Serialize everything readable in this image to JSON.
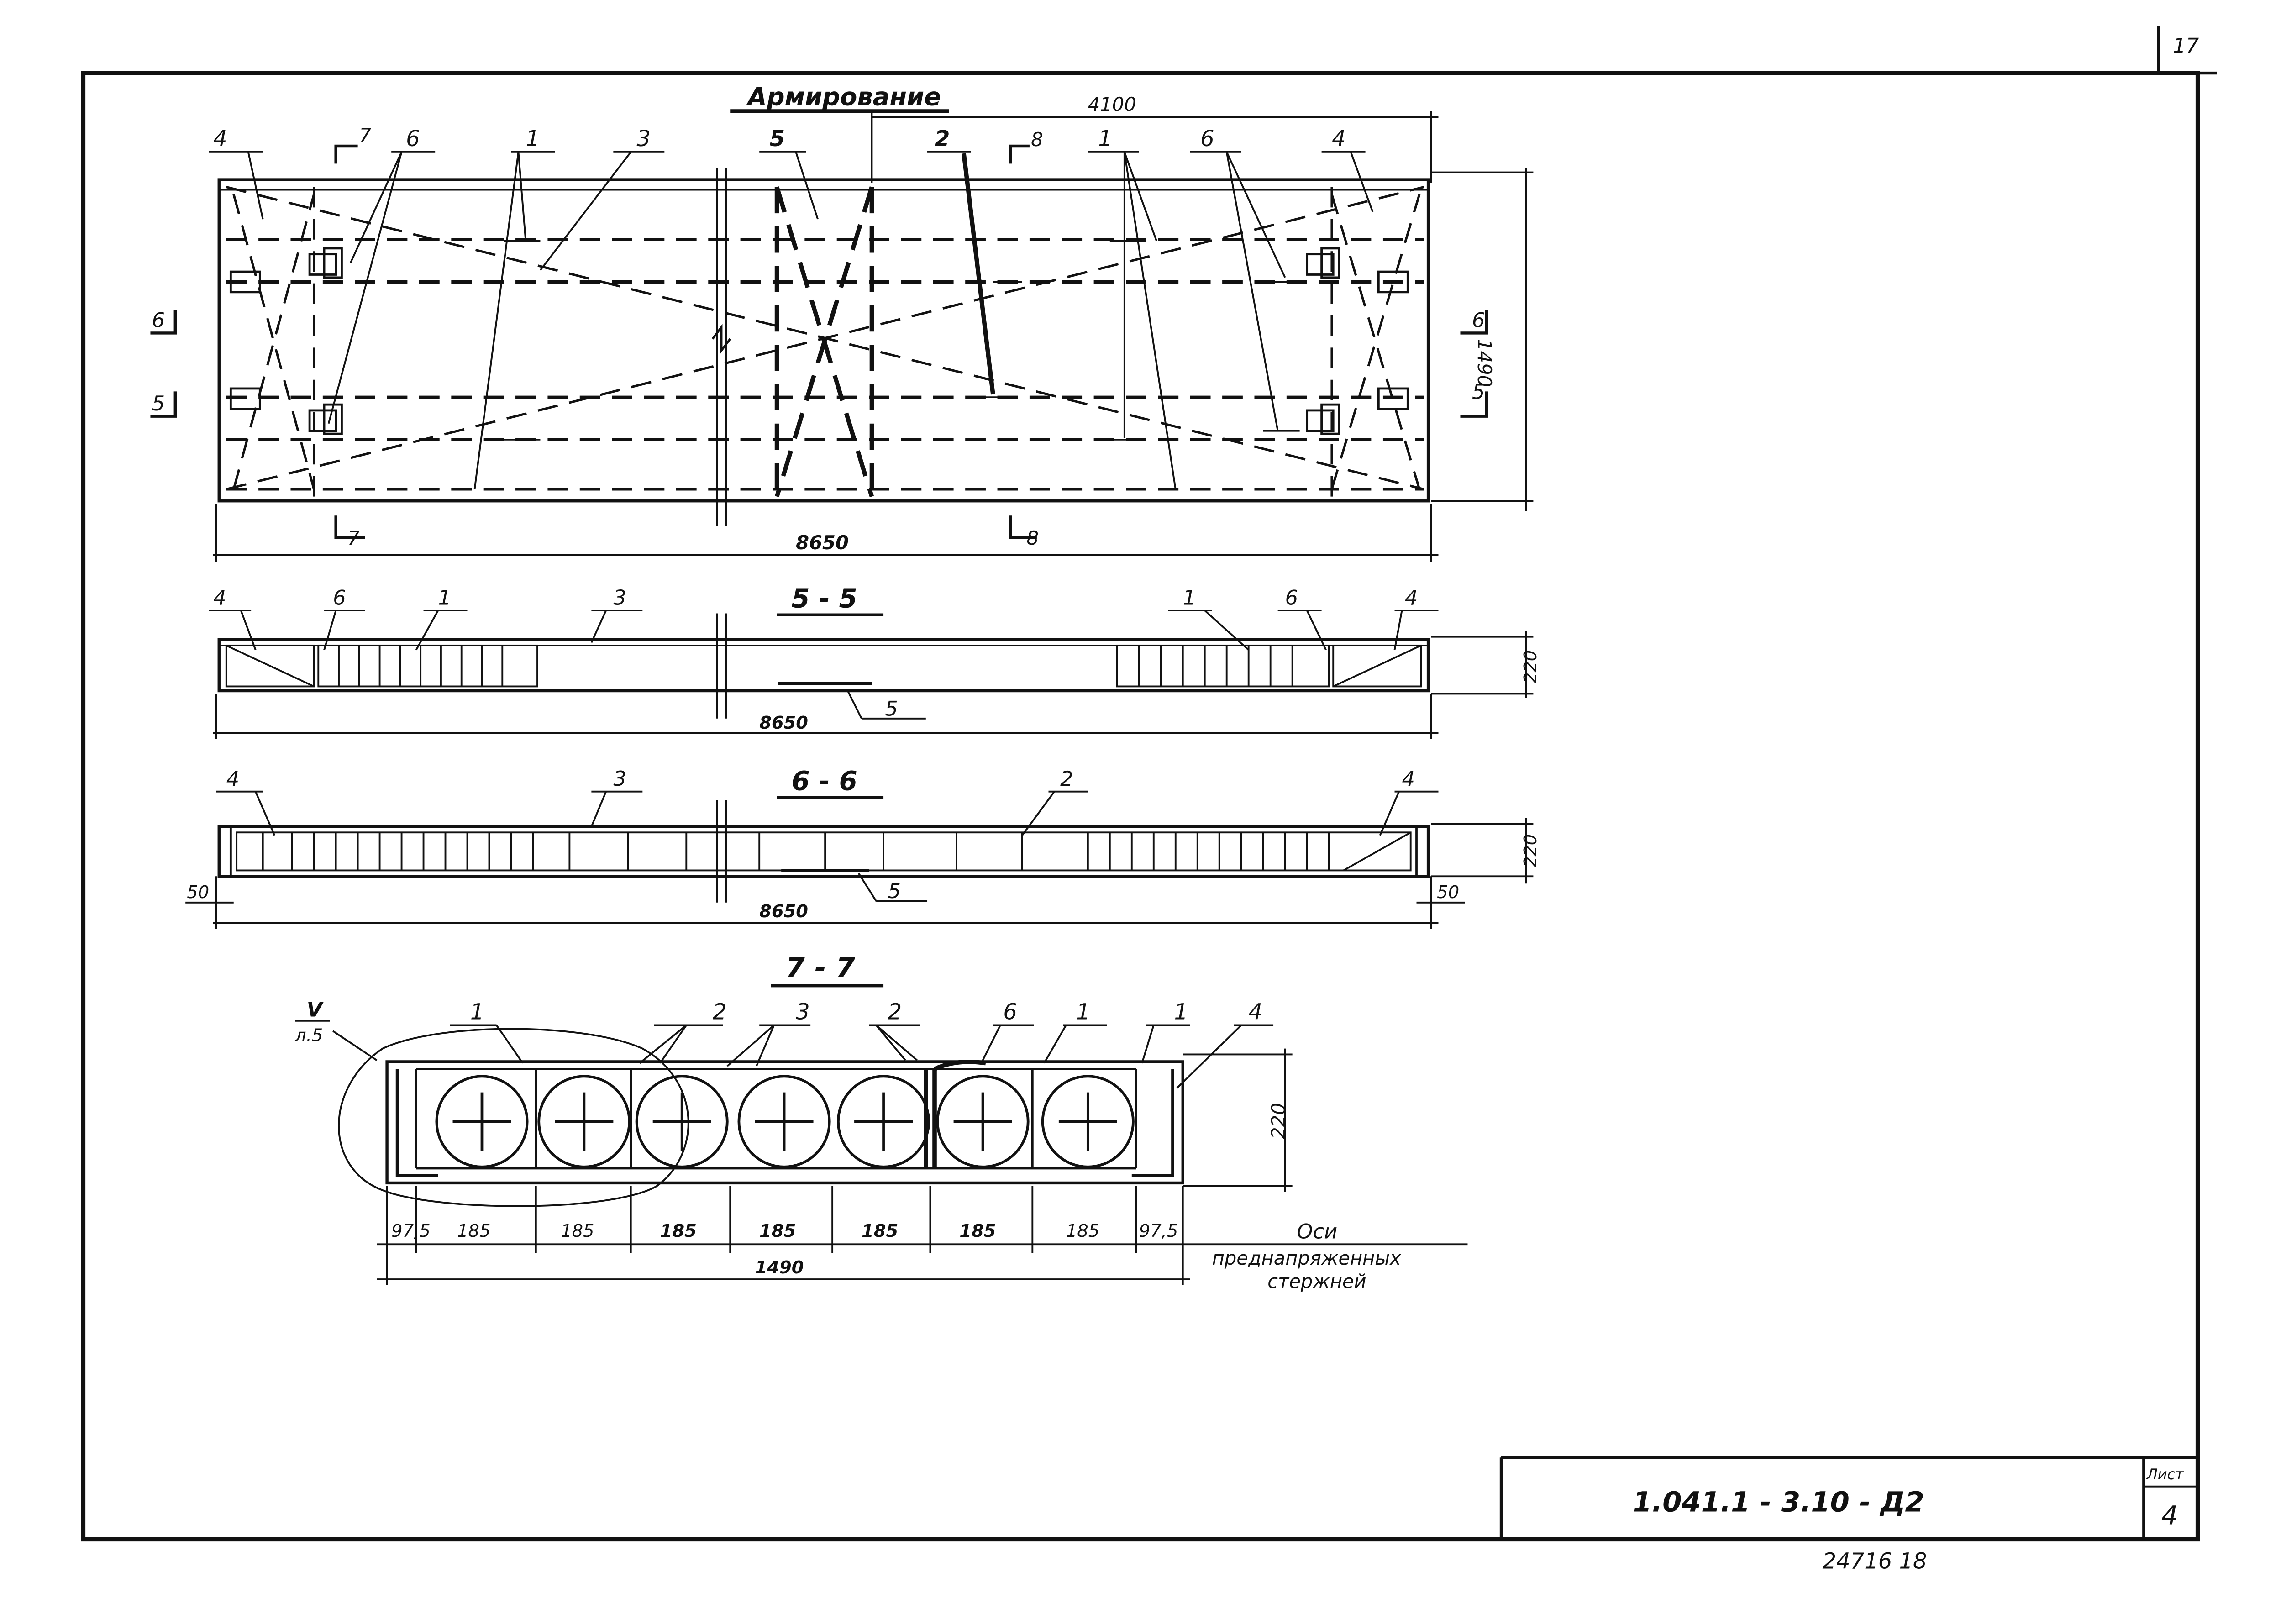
{
  "page_number": "17",
  "plan": {
    "title": "Армирование",
    "dim_half": "4100",
    "dim_total_length": "8650",
    "dim_width": "1490",
    "section_marks": {
      "s5": "5",
      "s6": "6",
      "s7": "7",
      "s8": "8"
    },
    "callouts": [
      "4",
      "7",
      "6",
      "1",
      "3",
      "5",
      "2",
      "8",
      "1",
      "6",
      "4"
    ]
  },
  "section_5_5": {
    "title": "5 - 5",
    "dim_length": "8650",
    "dim_height": "220",
    "callouts": [
      "4",
      "6",
      "1",
      "3",
      "5",
      "1",
      "6",
      "4"
    ]
  },
  "section_6_6": {
    "title": "6 - 6",
    "dim_length": "8650",
    "dim_height": "220",
    "dim_left": "50",
    "dim_right": "50",
    "callouts": [
      "4",
      "3",
      "2",
      "5",
      "4"
    ]
  },
  "section_7_7": {
    "title": "7 - 7",
    "detail_ref": "V",
    "detail_sheet": "л.5",
    "dim_height": "220",
    "dim_total": "1490",
    "dims": [
      "97,5",
      "185",
      "185",
      "185",
      "185",
      "185",
      "185",
      "185",
      "97,5"
    ],
    "callouts": [
      "1",
      "2",
      "3",
      "2",
      "6",
      "1",
      "1",
      "4"
    ],
    "axes_label": [
      "Оси",
      "преднапряженных",
      "стержней"
    ]
  },
  "title_block": {
    "code": "1.041.1 - 3.10 - Д2",
    "sheet_label": "Лист",
    "sheet_number": "4"
  },
  "footer_number": "24716 18"
}
